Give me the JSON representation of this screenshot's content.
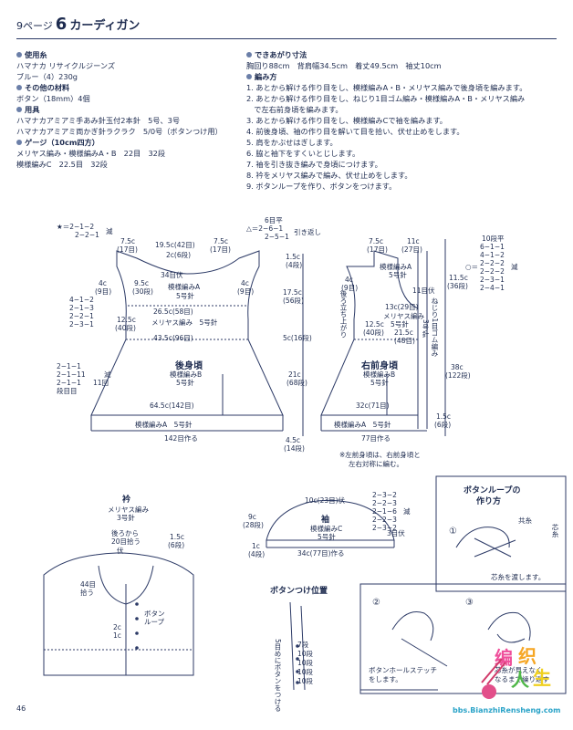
{
  "header": {
    "page_ref": "9ページ",
    "number": "6",
    "title": "カーディガン"
  },
  "materials": {
    "yarn_head": "使用糸",
    "yarn_name": "ハマナカ リサイクルジーンズ",
    "yarn_amount": "ブルー（4）230g",
    "other_head": "その他の材料",
    "button": "ボタン（18mm）4個",
    "tools_head": "用具",
    "tool1": "ハマナカアミアミ手あみ針玉付2本針　5号、3号",
    "tool2": "ハマナカアミアミ両かぎ針ラクラク　5/0号（ボタンつけ用）",
    "gauge_head": "ゲージ（10cm四方）",
    "gauge1": "メリヤス編み・模様編みA・B　22目　32段",
    "gauge2": "模様編みC　22.5目　32段"
  },
  "finish": {
    "size_head": "できあがり寸法",
    "size": "胸回り88cm　背肩幅34.5cm　着丈49.5cm　袖丈10cm",
    "method_head": "編み方",
    "steps": [
      "1. あとから解ける作り目をし、模様編みA・B・メリヤス編みで後身頃を編みます。",
      "2. あとから解ける作り目をし、ねじり1目ゴム編み・模様編みA・B・メリヤス編み",
      "　で左右前身頃を編みます。",
      "3. あとから解ける作り目をし、模様編みCで袖を編みます。",
      "4. 前後身頃、袖の作り目を解いて目を拾い、伏せ止めをします。",
      "5. 肩をかぶせはぎします。",
      "6. 脇と袖下をすくいとじします。",
      "7. 袖を引き抜き編みで身頃につけます。",
      "8. 衿をメリヤス編みで編み、伏せ止めをします。",
      "9. ボタンループを作り、ボタンをつけます。"
    ]
  },
  "back": {
    "star_dec": "★＝2−1−2",
    "star_dec2": "2−2−1",
    "dec_word": "減",
    "tri_rows": "6目平",
    "tri1": "△＝2−6−1",
    "tri2": "2−5−1",
    "pull": "引き返し",
    "sh_l": "7.5c",
    "sh_l_st": "(17目)",
    "neck": "19.5c(42目)",
    "neck_rows": "2c(6段)",
    "sh_r": "7.5c",
    "sh_r_st": "(17目)",
    "bind34": "34目伏",
    "arm_4c_l": "4c",
    "arm_9_l": "(9目)",
    "arm_4c_r": "4c",
    "arm_9_r": "(9目)",
    "c95": "9.5c",
    "c95r": "(30段)",
    "patA": "模様編みA",
    "n5a": "5号針",
    "c265": "26.5c(58目)",
    "arm_dec1": "4−1−2",
    "arm_dec2": "2−1−3",
    "arm_dec3": "2−2−1",
    "arm_dec4": "2−3−1",
    "c125": "12.5c",
    "c125r": "(40段)",
    "mer": "メリヤス編み　5号針",
    "c435": "43.5c(96目)",
    "sk1": "2−1−1",
    "sk2": "2−1−11",
    "sk3": "2−1−1",
    "sk_dec": "減",
    "sk_times": "11回",
    "sk_flat": "段目目",
    "name": "後身頃",
    "patB": "模様編みB",
    "n5b": "5号針",
    "c645": "64.5c(142目)",
    "patA2": "模様編みA　5号針",
    "cast": "142目作る",
    "h15": "1.5c",
    "h15r": "(4段)",
    "h175": "17.5c",
    "h175r": "(56段)",
    "h5": "5c(16段)",
    "h21": "21c",
    "h21r": "(68段)",
    "h45": "4.5c",
    "h45r": "(14段)"
  },
  "front": {
    "sh": "7.5c",
    "sh_st": "(17目)",
    "nk": "11c",
    "nk_st": "(27目)",
    "arm4": "4c",
    "arm9": "(9目)",
    "patA": "模様編みA",
    "n5a": "5号針",
    "bind11": "11目伏",
    "back_hook": "後ろ立ち上がり",
    "c13": "13c(29目)",
    "mer": "メリヤス編み",
    "n5m": "5号針",
    "c125": "12.5c",
    "c125r": "(40段)",
    "c215": "21.5c",
    "c215s": "(48目)",
    "name": "右前身頃",
    "patB": "模様編みB",
    "n5b": "5号針",
    "c32": "32c(71目)",
    "patA2": "模様編みA　5号針",
    "cast": "77目作る",
    "rib_v": "ねじり1目ゴム編み",
    "rib_n": "3号針",
    "c115": "11.5c",
    "c115r": "(36段)",
    "c38": "38c",
    "c38r": "(122段)",
    "c15": "1.5c",
    "c15r": "(6段)",
    "flat10": "10段平",
    "nd1": "6−1−1",
    "nd2": "4−1−2",
    "nd3": "2−2−2",
    "nd4": "2−2−2",
    "nd5": "2−3−1",
    "nd6": "2−4−1",
    "nd_dec": "減",
    "circ": "○＝",
    "note1": "※左前身頃は、右前身頃と",
    "note2": "左右対称に編む。"
  },
  "collar": {
    "title": "衿",
    "pat": "メリヤス編み",
    "needle": "3号針",
    "pick_back": "後ろから",
    "pick_back2": "20目拾う",
    "bind": "伏",
    "c15": "1.5c",
    "c15r": "(6段)",
    "pick44": "44目",
    "pick44b": "拾う",
    "btn_loop": "ボタン",
    "btn_loop2": "ループ",
    "c2": "2c",
    "c1": "1c"
  },
  "sleeve": {
    "top": "10c(23目)伏",
    "d1": "2−3−2",
    "d2": "2−2−3",
    "d3": "2−1−6",
    "d4": "2−2−3",
    "d5": "2−3−2",
    "dec": "減",
    "c9": "9c",
    "c9r": "(28段)",
    "name": "袖",
    "pat": "模様編みC",
    "needle": "5号針",
    "bind3": "3目伏",
    "c1": "1c",
    "c1r": "(4段)",
    "cast": "34c(77目)作る"
  },
  "loop": {
    "title": "ボタンループの",
    "title2": "作り方",
    "s1": "①",
    "s2": "②",
    "s3": "③",
    "yarn": "共糸",
    "core": "芯糸",
    "core_pass": "芯糸を渡します。",
    "stitch": "ボタンホールステッチ",
    "stitch2": "をします。",
    "end1": "芯糸が見えなく",
    "end2": "なるまで繰り返す"
  },
  "btnpos": {
    "title": "ボタンつけ位置",
    "r1": "7段",
    "r2": "10段",
    "r3": "10段",
    "r4": "10段",
    "r5": "10段",
    "v": "5目めにボタンをつける"
  },
  "pagenum": "46",
  "watermark": {
    "c1": "编",
    "c2": "织",
    "c3": "人",
    "c4": "生",
    "url": "bbs.BianzhiRensheng.com"
  }
}
